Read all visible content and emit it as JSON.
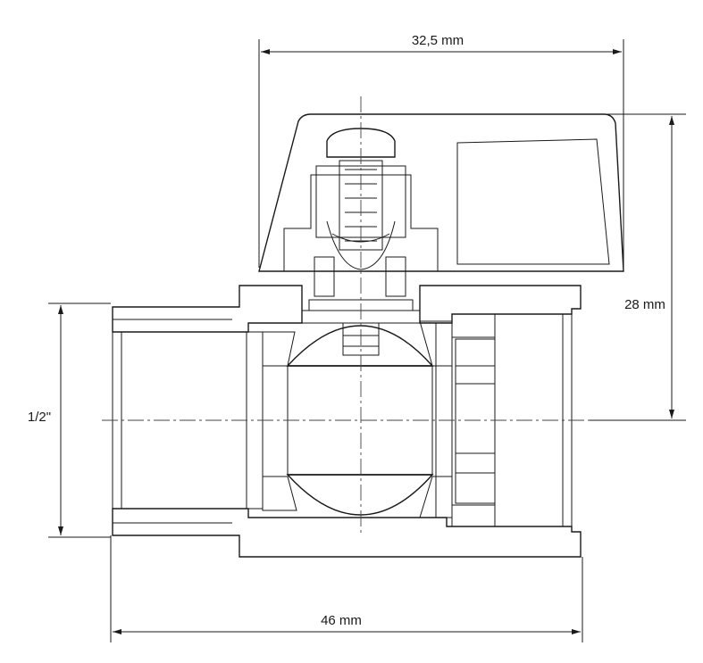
{
  "dimensions": {
    "top_width": "32,5 mm",
    "height": "28 mm",
    "bottom_width": "46 mm",
    "thread": "1/2\""
  },
  "colors": {
    "line": "#1a1a1a",
    "background": "#ffffff"
  }
}
